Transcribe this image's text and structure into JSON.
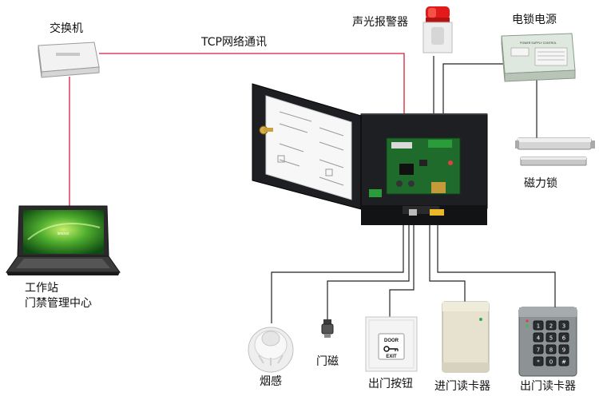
{
  "labels": {
    "switch": "交换机",
    "tcp": "TCP网络通讯",
    "alarm": "声光报警器",
    "power": "电锁电源",
    "maglock": "磁力锁",
    "workstation_1": "工作站",
    "workstation_2": "门禁管理中心",
    "smoke": "烟感",
    "door_contact": "门磁",
    "exit_button": "出门按钮",
    "reader_in": "进门读卡器",
    "reader_out": "出门读卡器"
  },
  "device_text": {
    "laptop_screen": "lenovo",
    "exit_door": "DOOR",
    "exit_exit": "EXIT",
    "power_label": "POWER SUPPLY CONTROL"
  },
  "colors": {
    "network_line": "#d81f3c",
    "signal_line": "#222222",
    "cabinet": "#1d1f22",
    "pcb": "#1f6b2c",
    "lcd_blue": "#1f6fd1"
  },
  "keypad": [
    "1",
    "2",
    "3",
    "4",
    "5",
    "6",
    "7",
    "8",
    "9",
    "*",
    "0",
    "#"
  ]
}
